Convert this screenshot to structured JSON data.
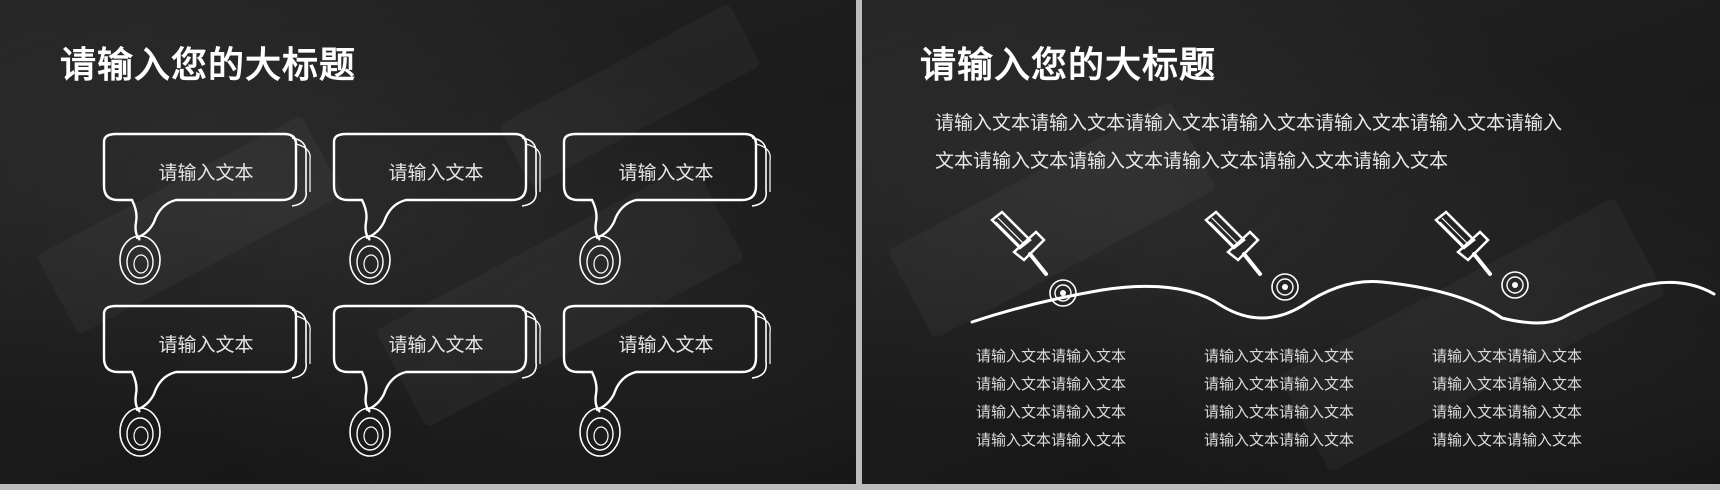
{
  "left_slide": {
    "title": "请输入您的大标题",
    "bubbles": [
      {
        "label": "请输入文本"
      },
      {
        "label": "请输入文本"
      },
      {
        "label": "请输入文本"
      },
      {
        "label": "请输入文本"
      },
      {
        "label": "请输入文本"
      },
      {
        "label": "请输入文本"
      }
    ]
  },
  "right_slide": {
    "title": "请输入您的大标题",
    "intro_line1": "请输入文本请输入文本请输入文本请输入文本请输入文本请输入文本请输入",
    "intro_line2": "文本请输入文本请输入文本请输入文本请输入文本请输入文本",
    "columns": [
      {
        "lines": [
          "请输入文本请输入文本",
          "请输入文本请输入文本",
          "请输入文本请输入文本",
          "请输入文本请输入文本"
        ]
      },
      {
        "lines": [
          "请输入文本请输入文本",
          "请输入文本请输入文本",
          "请输入文本请输入文本",
          "请输入文本请输入文本"
        ]
      },
      {
        "lines": [
          "请输入文本请输入文本",
          "请输入文本请输入文本",
          "请输入文本请输入文本",
          "请输入文本请输入文本"
        ]
      }
    ],
    "icons": [
      "push-pin-icon",
      "scribble-dot-icon"
    ]
  },
  "colors": {
    "background": "#1c1c1c",
    "chalk": "#ffffff",
    "text": "#e6e6e6",
    "gap": "#bdbdbd"
  }
}
